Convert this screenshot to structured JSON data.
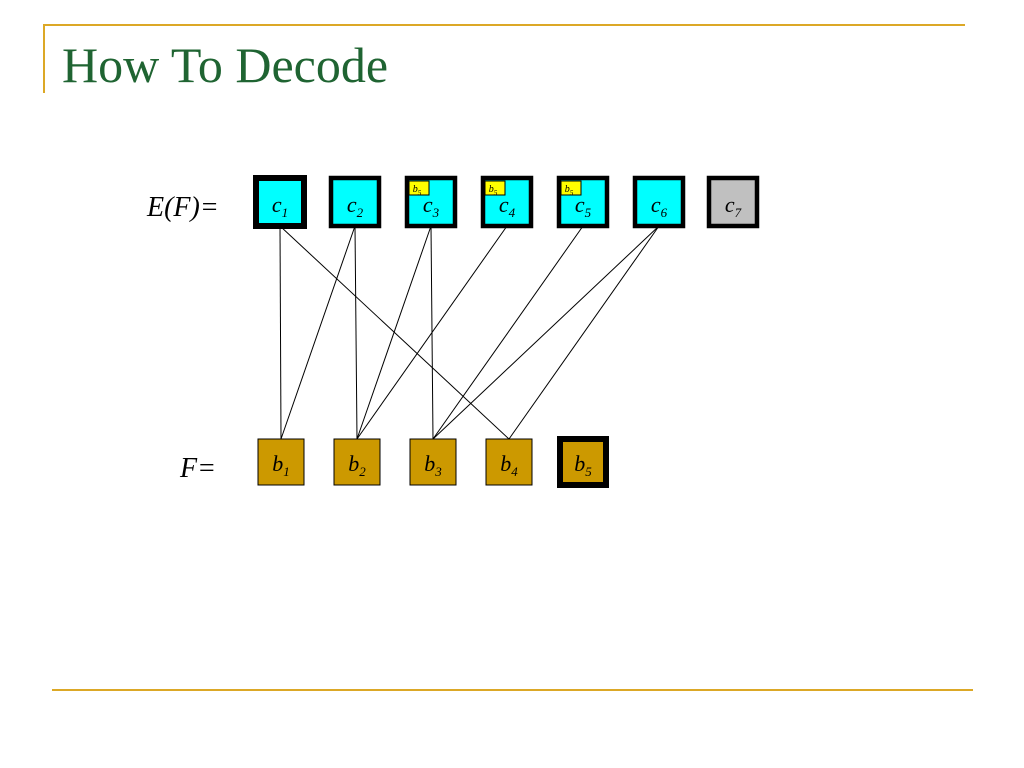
{
  "slide": {
    "title": "How To Decode"
  },
  "diagram": {
    "encoded_row_label": "E(F)=",
    "source_row_label": "F=",
    "encoded_blocks": [
      {
        "id": "c1",
        "base": "c",
        "sub": "1",
        "state": "decoded",
        "tag": null
      },
      {
        "id": "c2",
        "base": "c",
        "sub": "2",
        "state": "normal",
        "tag": null
      },
      {
        "id": "c3",
        "base": "c",
        "sub": "3",
        "state": "normal",
        "tag": {
          "base": "b",
          "sub": "5"
        }
      },
      {
        "id": "c4",
        "base": "c",
        "sub": "4",
        "state": "normal",
        "tag": {
          "base": "b",
          "sub": "5"
        }
      },
      {
        "id": "c5",
        "base": "c",
        "sub": "5",
        "state": "normal",
        "tag": {
          "base": "b",
          "sub": "5"
        }
      },
      {
        "id": "c6",
        "base": "c",
        "sub": "6",
        "state": "normal",
        "tag": null
      },
      {
        "id": "c7",
        "base": "c",
        "sub": "7",
        "state": "spent",
        "tag": null
      }
    ],
    "source_blocks": [
      {
        "id": "b1",
        "base": "b",
        "sub": "1",
        "state": "normal"
      },
      {
        "id": "b2",
        "base": "b",
        "sub": "2",
        "state": "normal"
      },
      {
        "id": "b3",
        "base": "b",
        "sub": "3",
        "state": "normal"
      },
      {
        "id": "b4",
        "base": "b",
        "sub": "4",
        "state": "normal"
      },
      {
        "id": "b5",
        "base": "b",
        "sub": "5",
        "state": "highlighted"
      }
    ],
    "edges": [
      [
        "c1",
        "b1"
      ],
      [
        "c1",
        "b4"
      ],
      [
        "c2",
        "b1"
      ],
      [
        "c2",
        "b2"
      ],
      [
        "c3",
        "b2"
      ],
      [
        "c3",
        "b3"
      ],
      [
        "c4",
        "b2"
      ],
      [
        "c5",
        "b3"
      ],
      [
        "c6",
        "b3"
      ],
      [
        "c6",
        "b4"
      ]
    ],
    "colors": {
      "encoded_fill": "#00ffff",
      "spent_fill": "#c0c0c0",
      "source_fill": "#cc9900",
      "tag_fill": "#ffff00",
      "title": "#1f6432",
      "rule": "#dca826",
      "border": "#000000"
    }
  }
}
